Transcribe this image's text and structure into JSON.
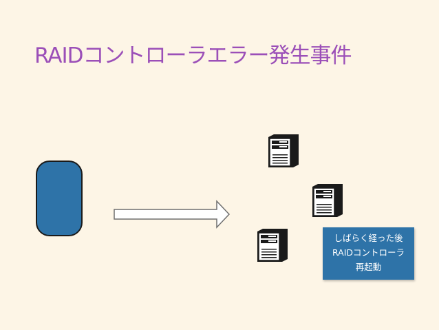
{
  "slide": {
    "title": "RAIDコントローラエラー発生事件",
    "colors": {
      "background": "#fdf5e6",
      "title": "#9b4fb8",
      "accent_blue": "#2e73a8"
    },
    "note": {
      "lines": [
        "しばらく経った後",
        "RAIDコントローラ",
        "再起動"
      ]
    },
    "icons": [
      "server-icon",
      "server-icon",
      "server-icon",
      "right-arrow"
    ]
  }
}
